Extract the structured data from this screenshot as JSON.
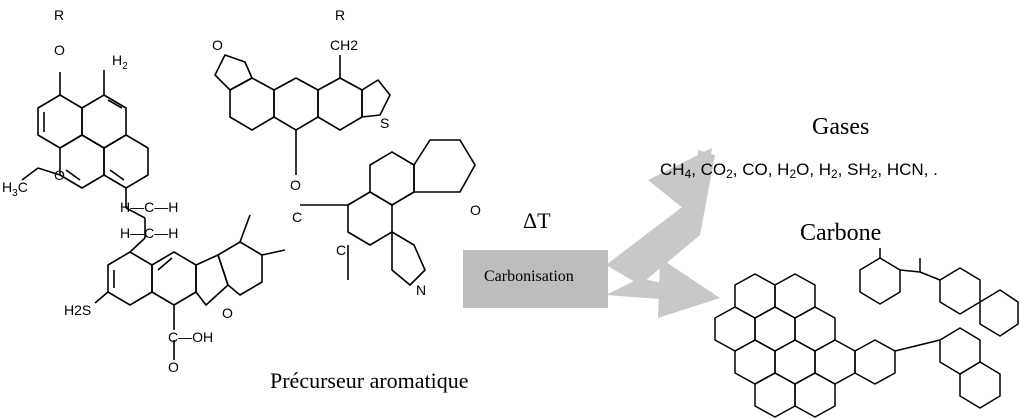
{
  "precursor": {
    "caption": "Précurseur aromatique",
    "atoms": {
      "r_top": "R",
      "o_top": "O",
      "h2": "H",
      "h2_sub": "2",
      "r_mid": "R",
      "ch2": "CH2",
      "furan_o": "O",
      "thio_s": "S",
      "pyran_o": "O",
      "h3c": "H",
      "h3c_sub": "3",
      "h3c_c": "C",
      "meo_o": "O",
      "hch1": "H—C—H",
      "hch2": "H—C—H",
      "ether_o": "O",
      "c_upper": "C",
      "c_right": "C",
      "h2s": "H2S",
      "benzofuran_o": "O",
      "pyrrole_n": "N",
      "acid_c": "C—OH",
      "acid_o": "O"
    }
  },
  "process": {
    "delta": "ΔT",
    "label": "Carbonisation"
  },
  "products": {
    "gases_title": "Gases",
    "gases_list": [
      {
        "base": "CH",
        "sub": "4"
      },
      {
        "base": "CO",
        "sub": "2"
      },
      {
        "base": "CO",
        "sub": ""
      },
      {
        "base": "H",
        "sub": "2",
        "tail": "O"
      },
      {
        "base": "H",
        "sub": "2"
      },
      {
        "base": "SH",
        "sub": "2"
      },
      {
        "base": "HCN",
        "sub": ""
      },
      {
        "base": ".",
        "sub": ""
      }
    ],
    "carbon_title": "Carbone"
  },
  "colors": {
    "arrow": "#c8c8c8",
    "box": "#bdbdbd",
    "stroke": "#000000"
  }
}
